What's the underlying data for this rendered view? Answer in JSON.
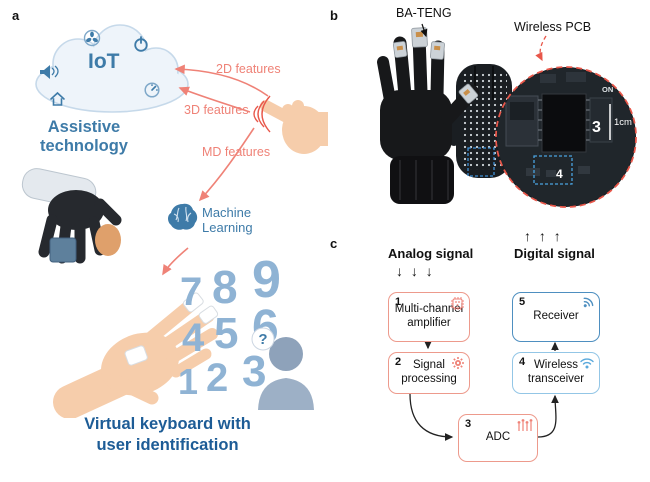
{
  "colors": {
    "salmon_text": "#ef8277",
    "red_accent": "#e8574a",
    "blue_text": "#3e7ba8",
    "number_blue": "#8fb3d4",
    "caption_blue": "#1d5c96",
    "box_salmon_border": "#ed9a8c",
    "box_lightblue_border": "#93c6e6",
    "box_blue_border": "#4e8fc0"
  },
  "panel_a": {
    "label": "a",
    "iot": "IoT",
    "icons": [
      "speaker-icon",
      "fan-icon",
      "power-icon",
      "home-icon",
      "gauge-icon",
      "brain-icon"
    ],
    "feature_2d": "2D features",
    "feature_3d": "3D features",
    "feature_md": "MD features",
    "assistive_line1": "Assistive",
    "assistive_line2": "technology",
    "ml_line1": "Machine",
    "ml_line2": "Learning",
    "numbers": [
      "7",
      "8",
      "9",
      "4",
      "5",
      "6",
      "1",
      "2",
      "3"
    ],
    "question": "?",
    "caption_line1": "Virtual keyboard with",
    "caption_line2": "user identification"
  },
  "panel_b": {
    "label": "b",
    "ba_teng": "BA-TENG",
    "wireless_pcb": "Wireless PCB",
    "on": "ON",
    "num_3": "3",
    "num_4": "4",
    "scale": "1cm"
  },
  "panel_c": {
    "label": "c",
    "analog": "Analog signal",
    "digital": "Digital signal",
    "input_arrows": "↓ ↓ ↓",
    "output_arrows": "↑ ↑ ↑",
    "boxes": [
      {
        "num": "1",
        "label": "Multi-channel amplifier"
      },
      {
        "num": "2",
        "label": "Signal processing"
      },
      {
        "num": "3",
        "label": "ADC"
      },
      {
        "num": "4",
        "label": "Wireless transceiver"
      },
      {
        "num": "5",
        "label": "Receiver"
      }
    ]
  }
}
